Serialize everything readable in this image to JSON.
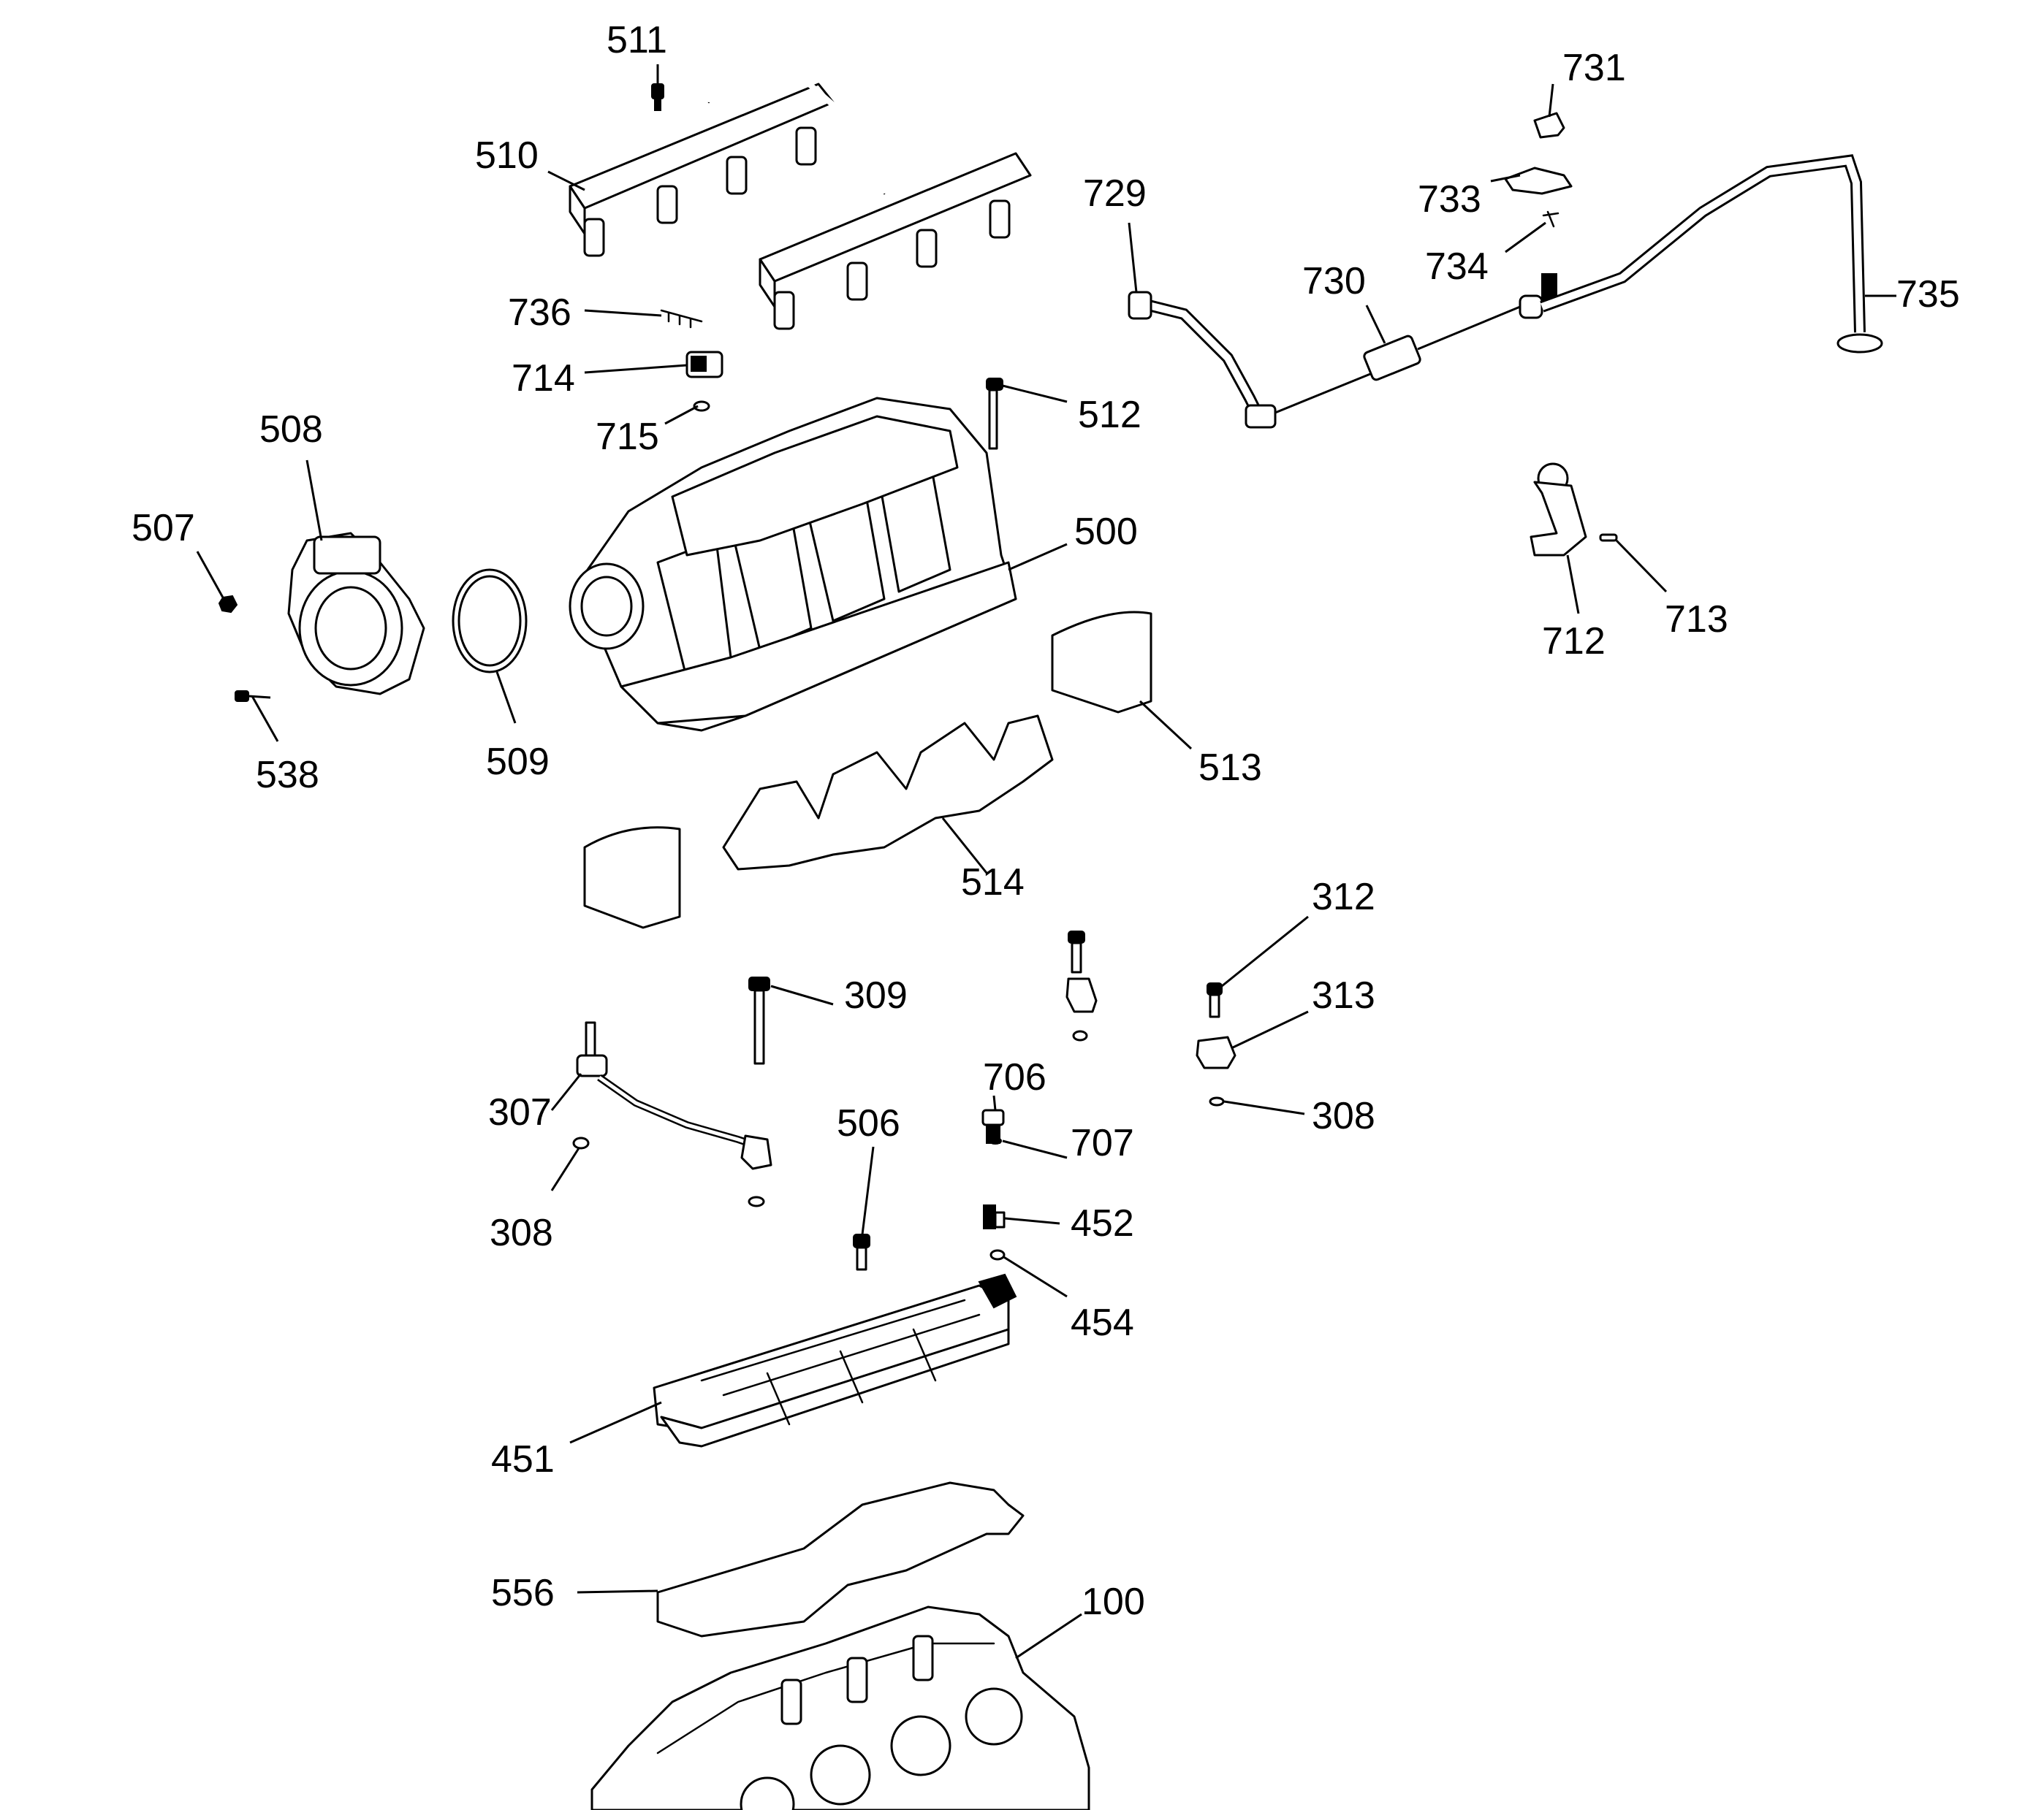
{
  "callouts": {
    "c511": "511",
    "c510": "510",
    "c736": "736",
    "c714": "714",
    "c715": "715",
    "c512": "512",
    "c508": "508",
    "c507": "507",
    "c538": "538",
    "c509": "509",
    "c500": "500",
    "c513": "513",
    "c514": "514",
    "c729": "729",
    "c730": "730",
    "c731": "731",
    "c733": "733",
    "c734": "734",
    "c735": "735",
    "c712": "712",
    "c713": "713",
    "c312": "312",
    "c313": "313",
    "c309": "309",
    "c706": "706",
    "c307": "307",
    "c308a": "308",
    "c308b": "308",
    "c506": "506",
    "c707": "707",
    "c452": "452",
    "c454": "454",
    "c451": "451",
    "c556": "556",
    "c100": "100"
  },
  "colors": {
    "line": "#000000",
    "background": "#ffffff"
  }
}
